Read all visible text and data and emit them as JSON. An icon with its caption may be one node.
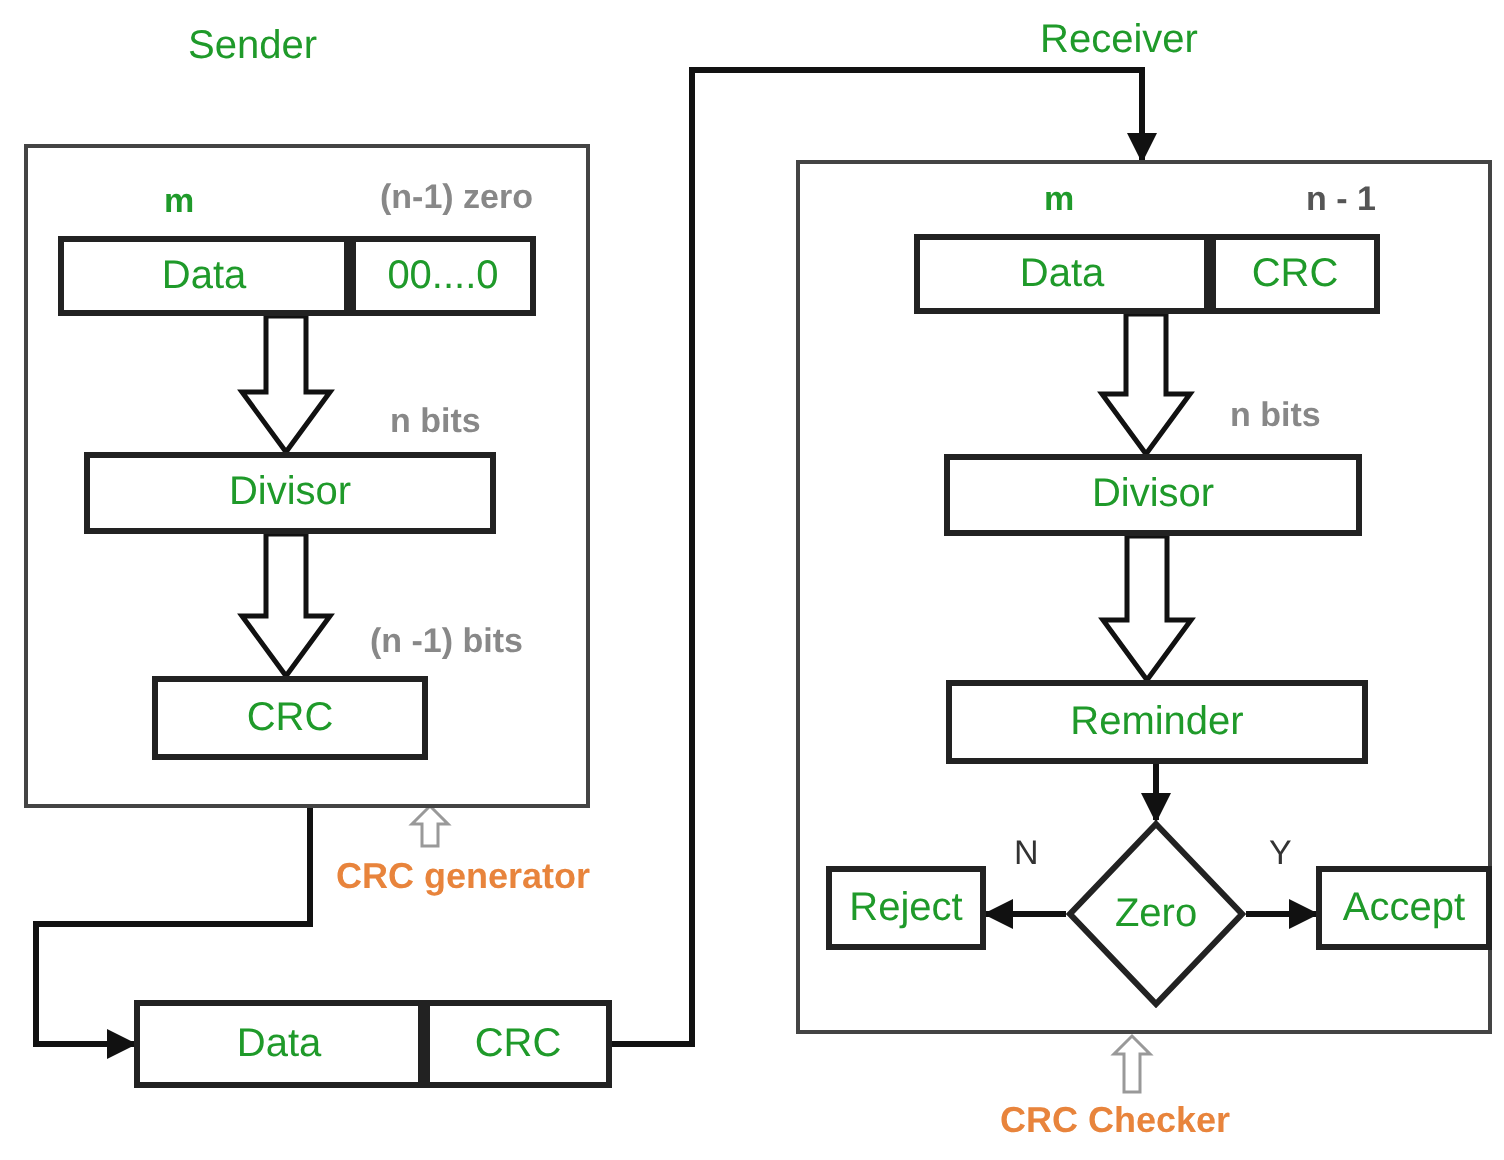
{
  "diagram": {
    "nodes": [
      {
        "text": [
          "Sender"
        ]
      },
      {
        "text": [
          "Data"
        ],
        "in": 0,
        "beside": [
          "m"
        ]
      },
      {
        "text": [
          "00....0"
        ],
        "in": 0,
        "beside": [
          "(n-1) zero"
        ]
      },
      {
        "text": [
          "Divisor"
        ],
        "in": 0,
        "beside": [
          "n bits"
        ]
      },
      {
        "text": [
          "CRC"
        ],
        "in": 0,
        "beside": [
          "(n -1) bits"
        ]
      },
      {
        "text": [
          "Receiver"
        ]
      },
      {
        "text": [
          "Data"
        ],
        "in": 5,
        "beside": [
          "m"
        ]
      },
      {
        "text": [
          "CRC"
        ],
        "in": 5,
        "beside": [
          "n - 1"
        ]
      },
      {
        "text": [
          "Divisor"
        ],
        "in": 5,
        "beside": [
          "n bits"
        ]
      },
      {
        "text": [
          "Reminder"
        ],
        "in": 5
      },
      {
        "text": [
          "Zero"
        ],
        "in": 5
      },
      {
        "text": [
          "Reject"
        ],
        "in": 5
      },
      {
        "text": [
          "Accept"
        ],
        "in": 5
      },
      {
        "text": [
          "Data"
        ]
      },
      {
        "text": [
          "CRC"
        ]
      }
    ],
    "edges": [
      {
        "from": 1,
        "to": 3,
        "arrow": "to",
        "style": "thick"
      },
      {
        "from": 3,
        "to": 4,
        "arrow": "to",
        "style": "thick"
      },
      {
        "from": 6,
        "to": 8,
        "arrow": "to",
        "style": "thick"
      },
      {
        "from": 8,
        "to": 9,
        "arrow": "to",
        "style": "thick"
      },
      {
        "from": 9,
        "to": 10,
        "arrow": "to"
      },
      {
        "from": 10,
        "to": 11,
        "arrow": "to",
        "label": "N"
      },
      {
        "from": 10,
        "to": 12,
        "arrow": "to",
        "label": "Y"
      },
      {
        "from": 0,
        "to": 13,
        "arrow": "to"
      },
      {
        "from": 14,
        "to": 5,
        "arrow": "to"
      }
    ],
    "labels": [
      "CRC generator",
      "CRC Checker"
    ]
  }
}
